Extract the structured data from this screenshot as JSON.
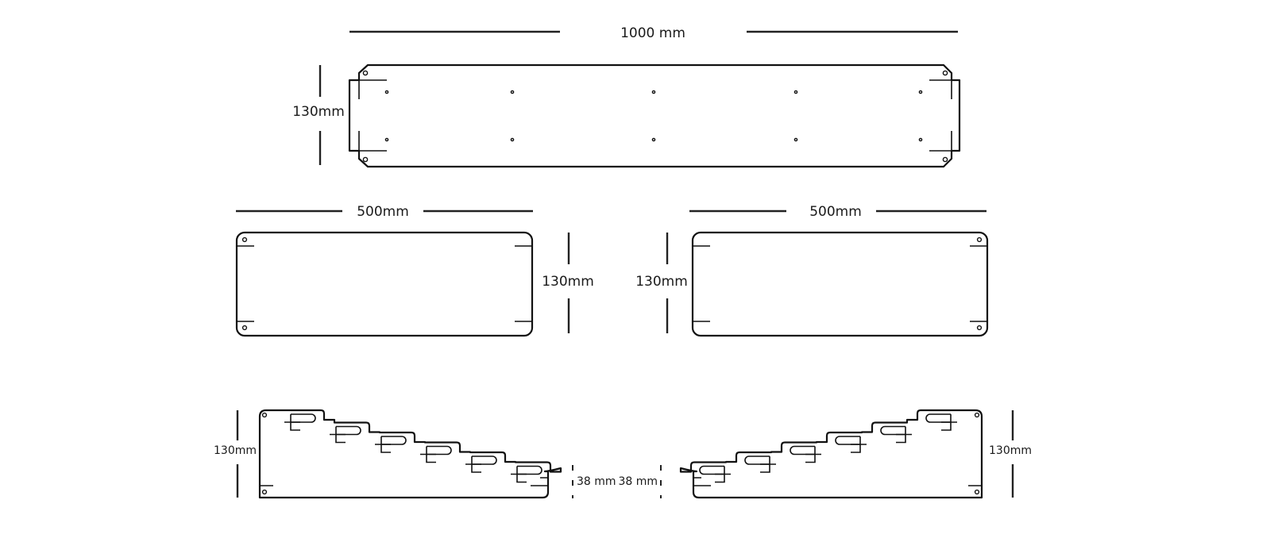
{
  "top_panel": {
    "width_label": "1000 mm",
    "height_label": "130mm"
  },
  "middle_left_panel": {
    "width_label": "500mm",
    "height_label": "130mm"
  },
  "middle_right_panel": {
    "width_label": "500mm",
    "height_label": "130mm"
  },
  "bottom_left_piece": {
    "height_label": "130mm",
    "step_label": "38 mm"
  },
  "bottom_right_piece": {
    "height_label": "130mm",
    "step_label": "38 mm"
  }
}
